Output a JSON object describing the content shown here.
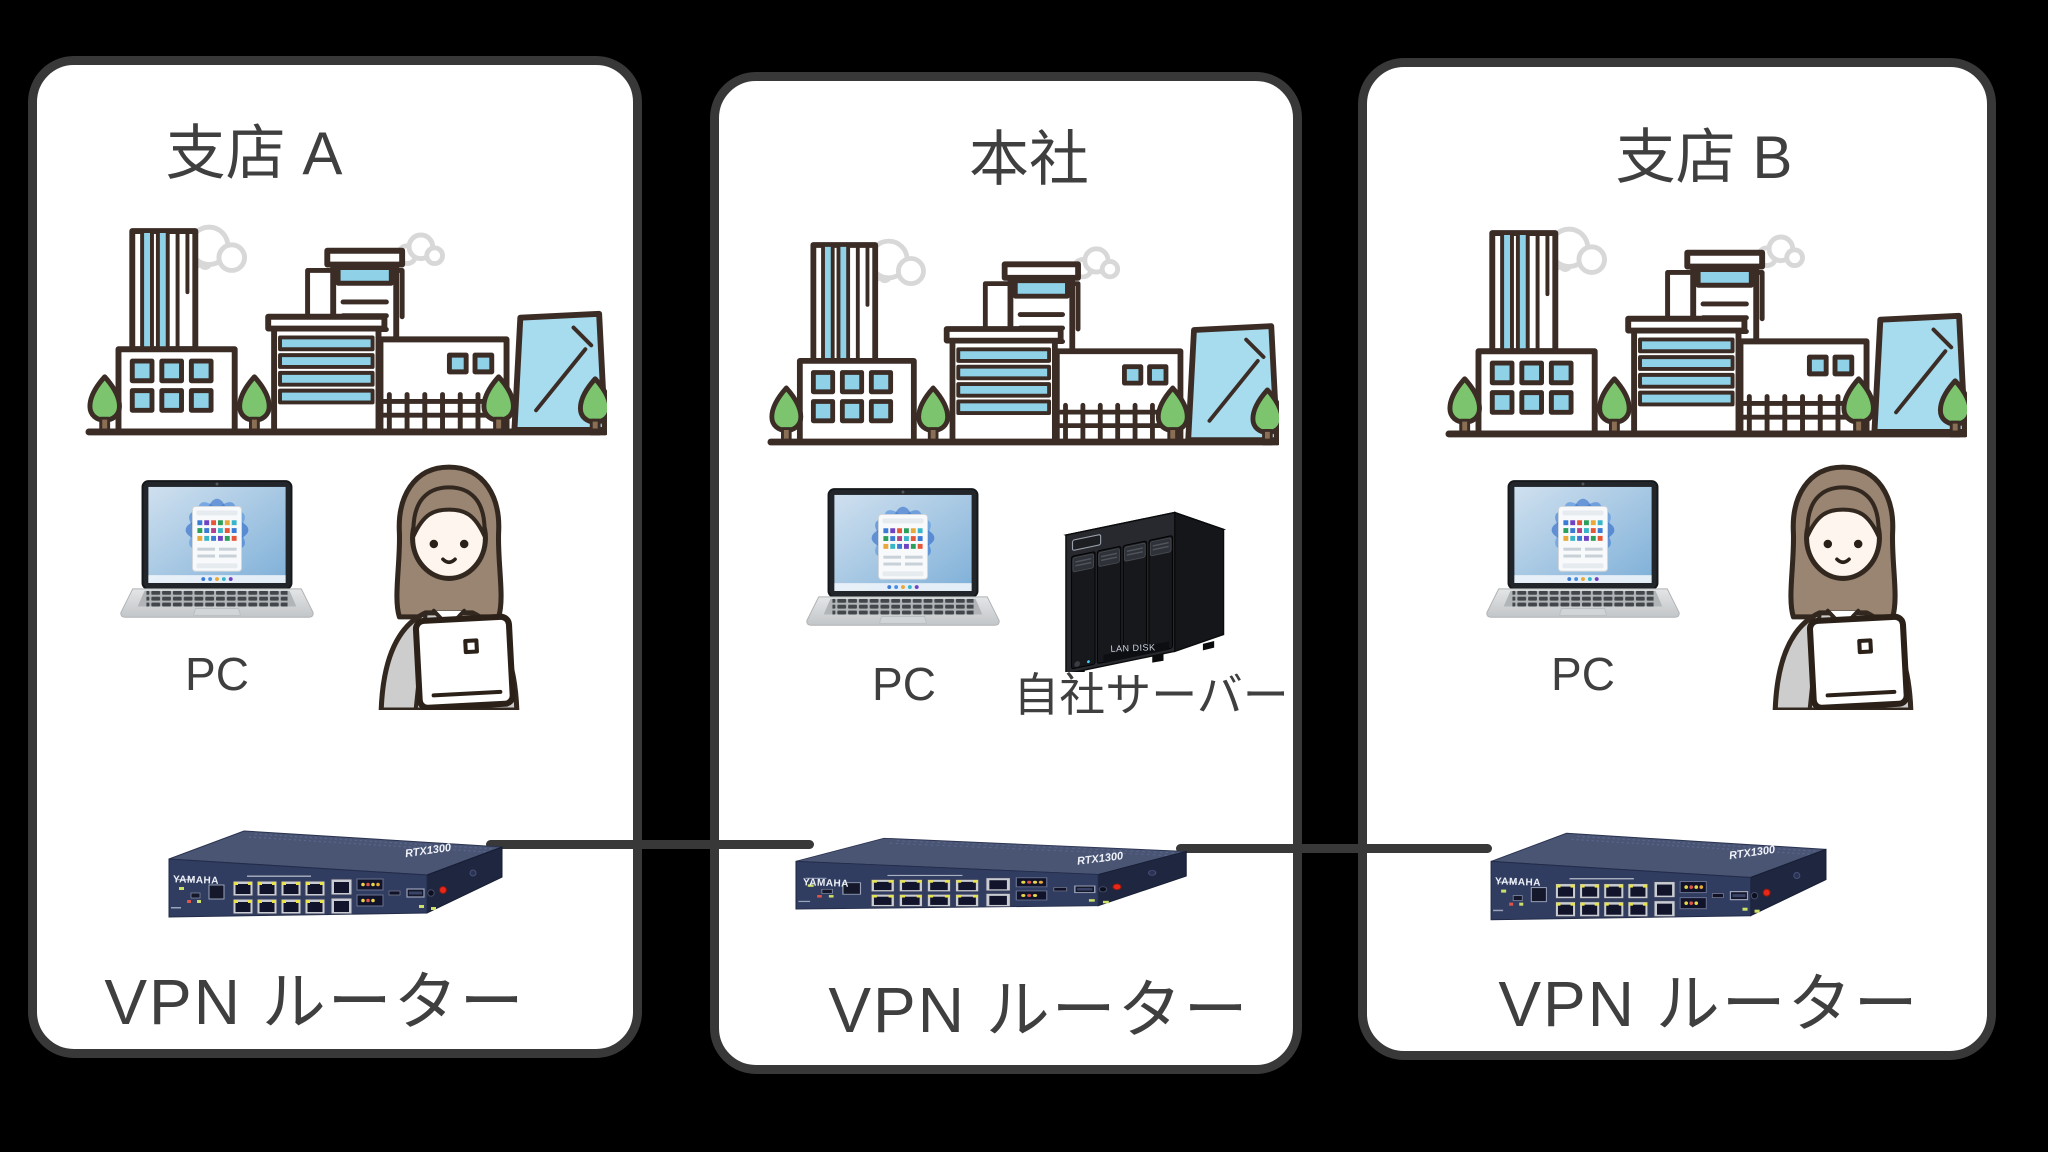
{
  "background": "#000000",
  "colors": {
    "panel_border": "#383838",
    "label_text": "#3f3f3f",
    "city_blue": "#8fd2e8",
    "tree_green": "#7cc46e",
    "router_navy": "#303c60",
    "connection_line": "#383838"
  },
  "panels": [
    {
      "id": "branch-a",
      "title": "支店 A",
      "pc_label": "PC",
      "router_label": "VPN ルーター"
    },
    {
      "id": "headquarters",
      "title": "本社",
      "pc_label": "PC",
      "server_label": "自社サーバー",
      "router_label": "VPN ルーター"
    },
    {
      "id": "branch-b",
      "title": "支店 B",
      "pc_label": "PC",
      "router_label": "VPN ルーター"
    }
  ],
  "router": {
    "brand": "YAMAHA",
    "model": "RTX1300"
  },
  "server": {
    "product": "LAN DISK"
  },
  "connections": [
    {
      "from": "branch-a-vpn-router",
      "to": "headquarters-vpn-router"
    },
    {
      "from": "headquarters-vpn-router",
      "to": "branch-b-vpn-router"
    }
  ]
}
